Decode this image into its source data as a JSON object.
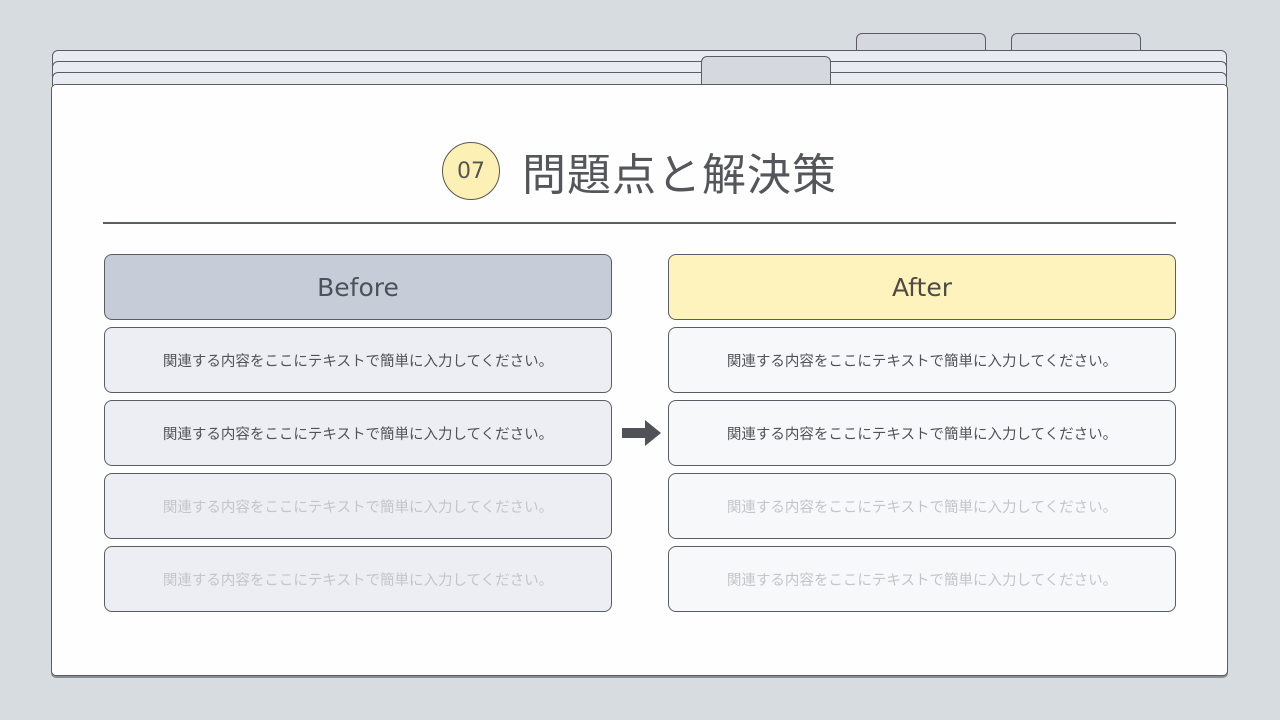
{
  "slide": {
    "number": "07",
    "title": "問題点と解決策",
    "colors": {
      "background": "#d7dce0",
      "badge_fill": "#fdf0b4",
      "before_header": "#c6cdd8",
      "after_header": "#fff3bd",
      "outline": "#5a5d63"
    }
  },
  "before": {
    "label": "Before",
    "items": [
      {
        "text": "関連する内容をここにテキストで簡単に入力してください。",
        "faded": false
      },
      {
        "text": "関連する内容をここにテキストで簡単に入力してください。",
        "faded": false
      },
      {
        "text": "関連する内容をここにテキストで簡単に入力してください。",
        "faded": true
      },
      {
        "text": "関連する内容をここにテキストで簡単に入力してください。",
        "faded": true
      }
    ]
  },
  "after": {
    "label": "After",
    "items": [
      {
        "text": "関連する内容をここにテキストで簡単に入力してください。",
        "faded": false
      },
      {
        "text": "関連する内容をここにテキストで簡単に入力してください。",
        "faded": false
      },
      {
        "text": "関連する内容をここにテキストで簡単に入力してください。",
        "faded": true
      },
      {
        "text": "関連する内容をここにテキストで簡単に入力してください。",
        "faded": true
      }
    ]
  },
  "icons": {
    "arrow": "arrow-right-icon"
  }
}
